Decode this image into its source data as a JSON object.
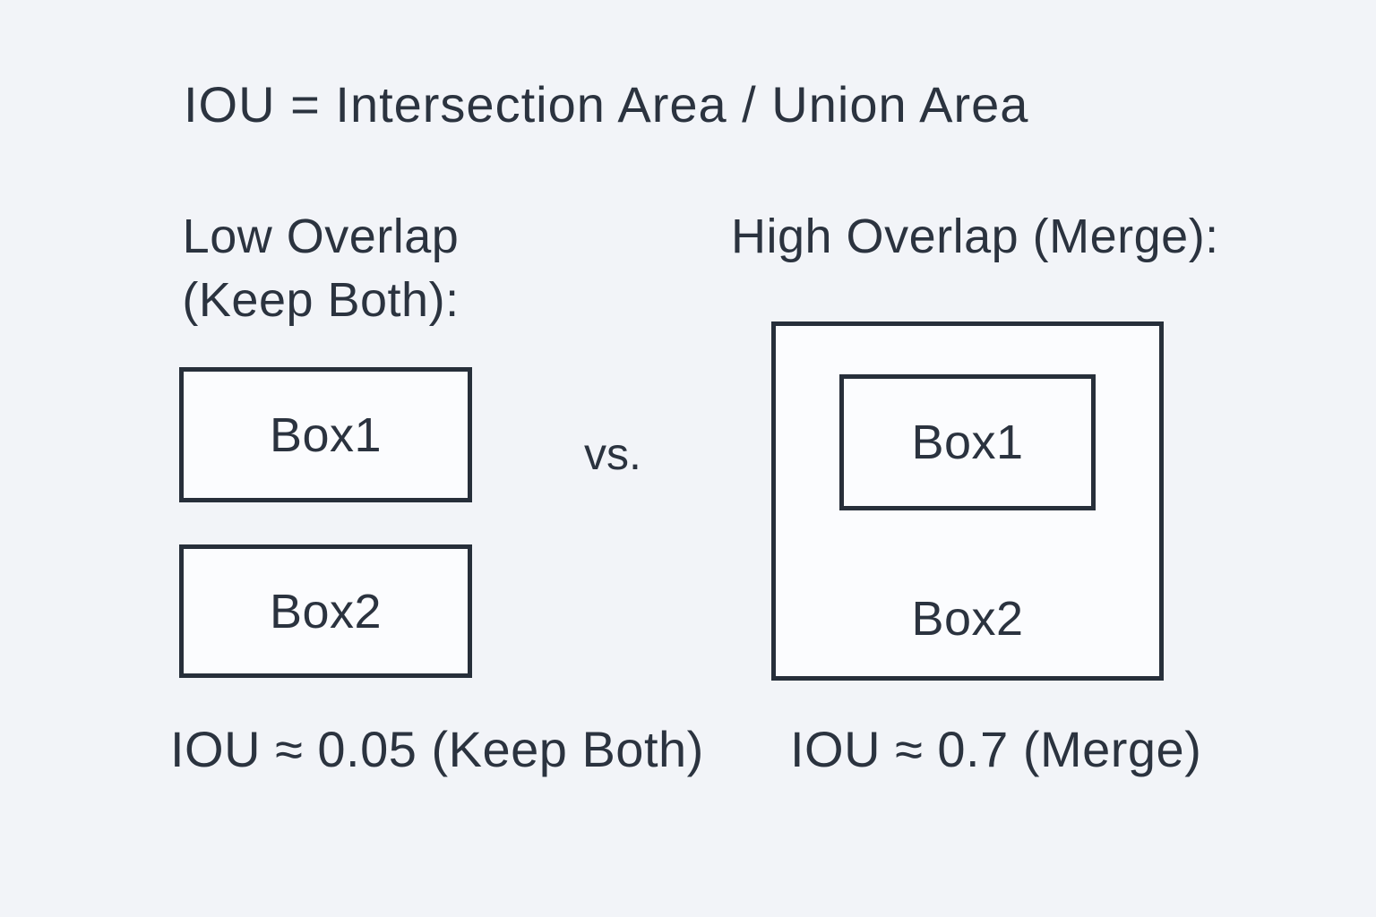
{
  "title": "IOU = Intersection Area / Union Area",
  "vs_label": "vs.",
  "colors": {
    "background": "#f2f4f8",
    "ink": "#2b333f",
    "box_fill": "#fbfcfe",
    "box_border": "#272f3a"
  },
  "left_panel": {
    "heading_line1": "Low Overlap",
    "heading_line2": "(Keep Both):",
    "box1_label": "Box1",
    "box2_label": "Box2",
    "caption": "IOU ≈ 0.05 (Keep Both)"
  },
  "right_panel": {
    "heading": "High Overlap (Merge):",
    "inner_box_label": "Box1",
    "outer_box_label": "Box2",
    "caption": "IOU ≈ 0.7 (Merge)"
  }
}
